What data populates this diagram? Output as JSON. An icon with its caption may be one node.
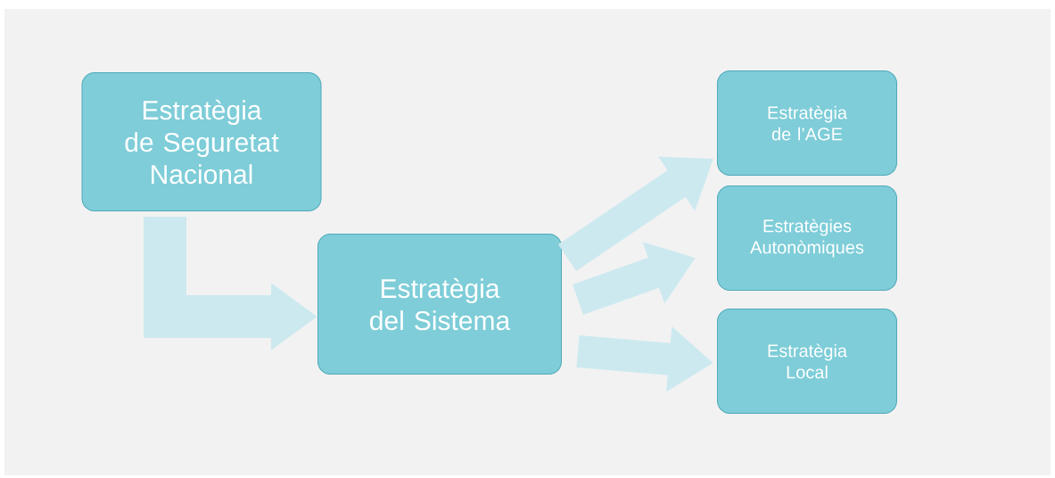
{
  "diagram": {
    "nodes": [
      {
        "text": [
          "Estratègia de Seguretat Nacional"
        ]
      },
      {
        "text": [
          "Estratègia del Sistema"
        ]
      },
      {
        "text": [
          "Estratègia de l’AGE"
        ]
      },
      {
        "text": [
          "Estratègies Autonòmiques"
        ]
      },
      {
        "text": [
          "Estratègia Local"
        ]
      }
    ],
    "edges": [
      {
        "from": 0,
        "to": 1,
        "arrow": "to"
      },
      {
        "from": 1,
        "to": 2,
        "arrow": "to"
      },
      {
        "from": 1,
        "to": 3,
        "arrow": "to"
      },
      {
        "from": 1,
        "to": 4,
        "arrow": "to"
      }
    ]
  }
}
